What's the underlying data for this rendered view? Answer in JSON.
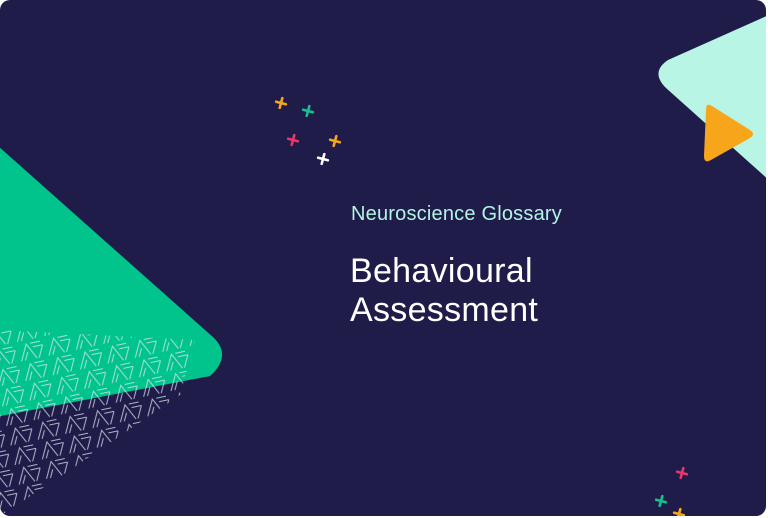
{
  "slide": {
    "eyebrow": "Neuroscience Glossary",
    "title_line1": "Behavioural",
    "title_line2": "Assessment"
  },
  "colors": {
    "background": "#1f1c4a",
    "green_triangle": "#00c48c",
    "mint_triangle": "#b8f5e4",
    "orange_play": "#f7a61b",
    "eyebrow_text": "#b3f4e4",
    "title_text": "#ffffff",
    "cross_orange": "#f7a61b",
    "cross_green": "#17c08e",
    "cross_pink": "#e8376a",
    "cross_white": "#ffffff"
  },
  "decorations": {
    "icons": [
      "play-icon",
      "sparkle-cross-icons",
      "line-pattern"
    ]
  }
}
